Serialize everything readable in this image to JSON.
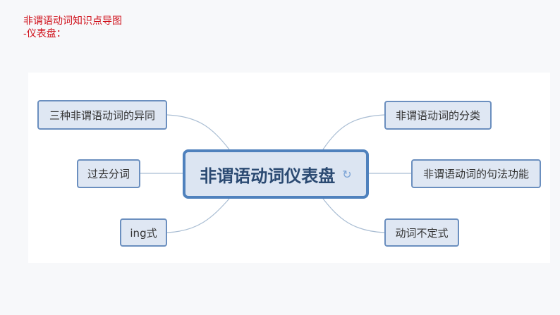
{
  "header": {
    "line1": "非谓语动词知识点导图",
    "line2": "-仪表盘："
  },
  "mindmap": {
    "center": {
      "label": "非谓语动词仪表盘",
      "icon": "refresh-icon"
    },
    "left": [
      "三种非谓语动词的异同",
      "过去分词",
      "ing式"
    ],
    "right": [
      "非谓语动词的分类",
      "非谓语动词的句法功能",
      "动词不定式"
    ]
  }
}
